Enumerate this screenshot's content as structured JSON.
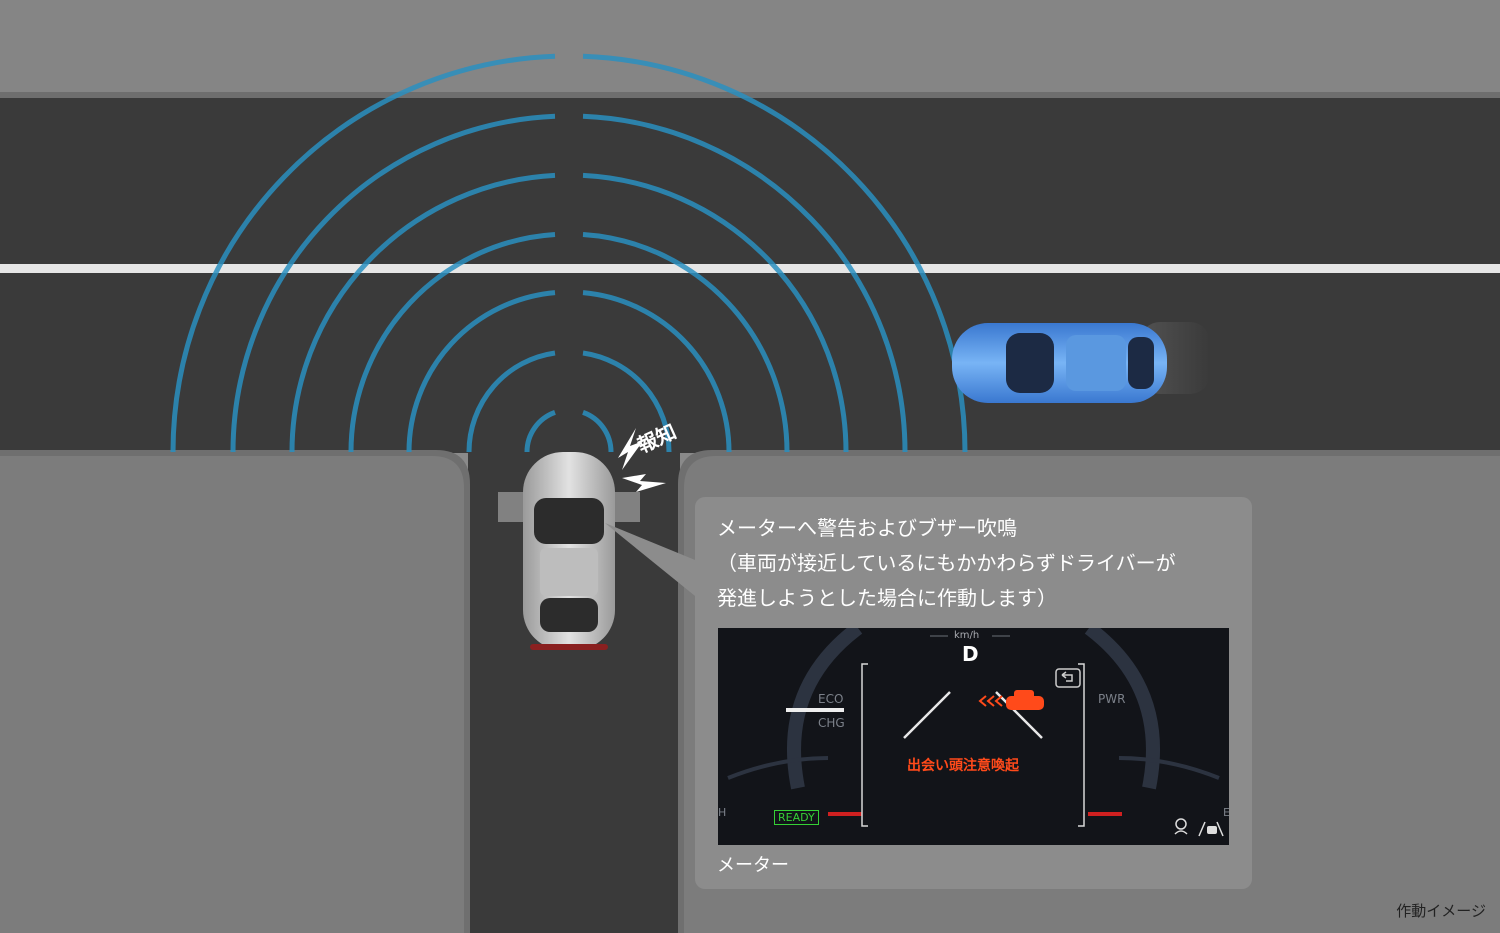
{
  "notify_label": "報知",
  "callout": {
    "line1": "メーターへ警告およびブザー吹鳴",
    "line2": "（車両が接近しているにもかかわらずドライバーが",
    "line3": "発進しようとした場合に作動します）"
  },
  "meter": {
    "speed_unit": "km/h",
    "gear": "D",
    "eco_label": "ECO",
    "chg_label": "CHG",
    "pwr_label": "PWR",
    "warning_text": "出会い頭注意喚起",
    "ready_badge": "READY",
    "edge_left": "H",
    "edge_right": "E",
    "icons": [
      "return-icon",
      "approaching-vehicle-icon",
      "driver-assist-icon",
      "lane-car-icon"
    ],
    "warning_color": "#ff4a1a"
  },
  "meter_caption": "メーター",
  "footnote": "作動イメージ",
  "colors": {
    "sensor_wave": "#2a8fc0",
    "approaching_vehicle": "#4a8fe0",
    "ego_vehicle": "#c8c8c8"
  }
}
